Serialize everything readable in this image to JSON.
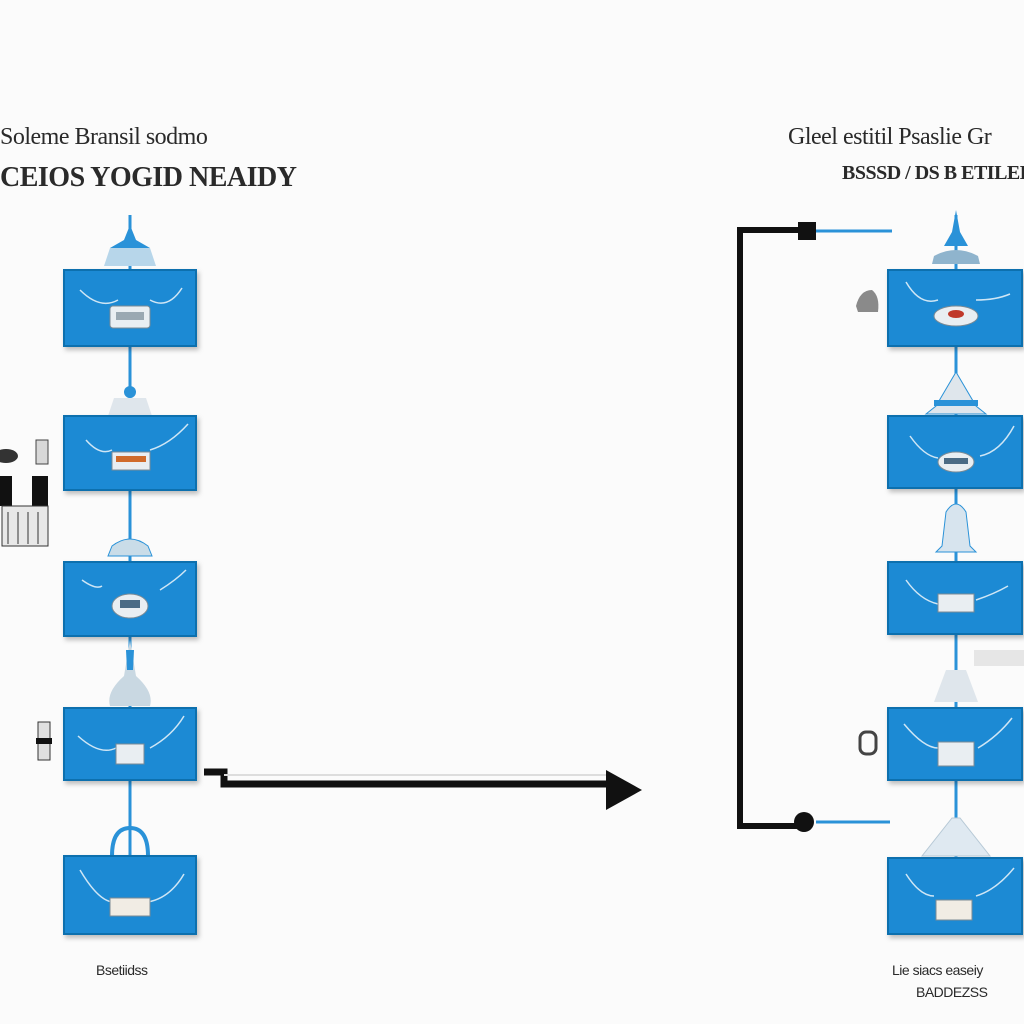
{
  "left_column": {
    "heading_line_1": "Soleme Bransil sodmo",
    "heading_line_2": "CEIOS YOGID NEAIDY",
    "footer": "Bsetiidss"
  },
  "right_column": {
    "heading_line_1": "Gleel estitil Psaslie Gr",
    "heading_line_2": "BSSSD / DS B ETILEDD",
    "footer_line_1": "Lie siacs  easeiy",
    "footer_line_2": "BADDEZSS"
  },
  "colors": {
    "box_fill": "#1a8ad4",
    "box_stroke": "#0f6fae",
    "connector": "#2a92d8",
    "arrow": "#111111",
    "background": "#fbfbfb"
  }
}
